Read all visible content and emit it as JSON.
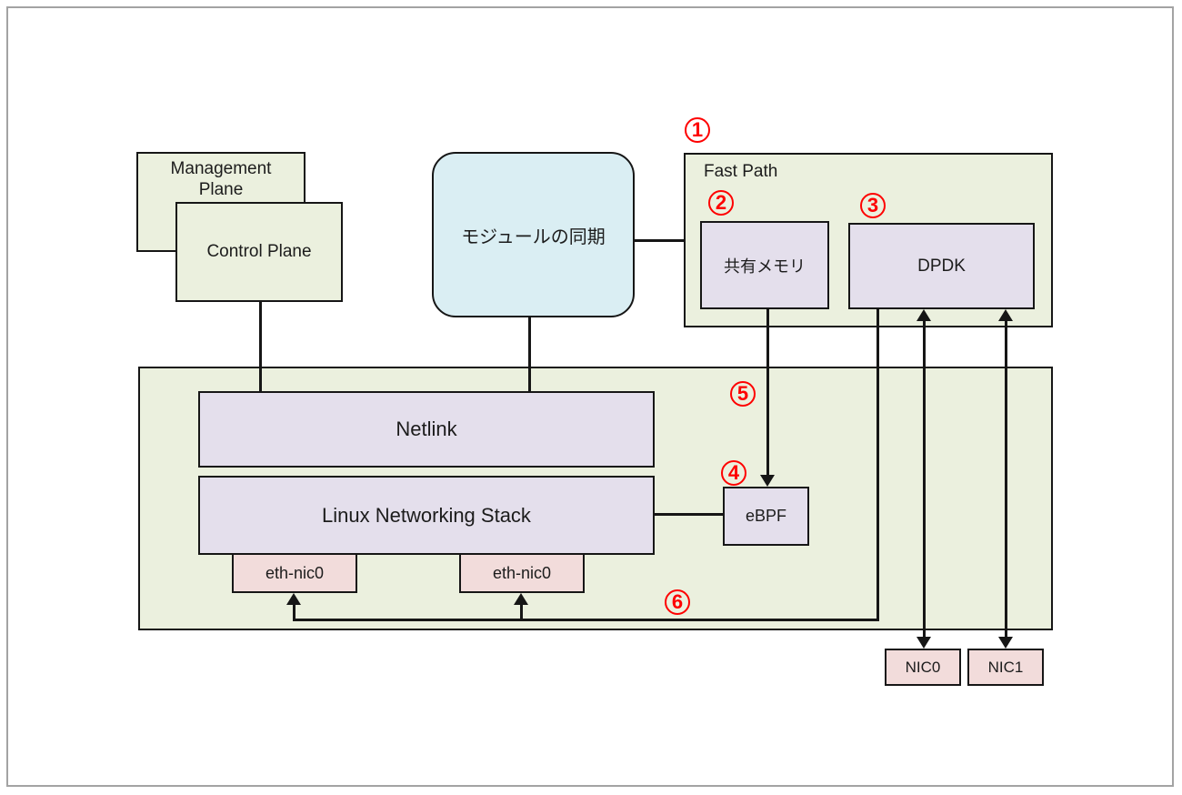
{
  "nodes": {
    "management_plane": "Management Plane",
    "control_plane": "Control Plane",
    "module_sync": "モジュールの同期",
    "fast_path": "Fast Path",
    "shared_memory": "共有メモリ",
    "dpdk": "DPDK",
    "netlink": "Netlink",
    "linux_stack": "Linux Networking Stack",
    "eth_nic0_left": "eth-nic0",
    "eth_nic0_right": "eth-nic0",
    "ebpf": "eBPF",
    "nic0": "NIC0",
    "nic1": "NIC1"
  },
  "annotations": {
    "n1": "1",
    "n2": "2",
    "n3": "3",
    "n4": "4",
    "n5": "5",
    "n6": "6"
  },
  "colors": {
    "container_green": "#ebf0de",
    "box_lavender": "#e4dfec",
    "box_blue": "#daeef3",
    "box_pink": "#f2dcdb",
    "annotation_red": "#fe0000",
    "line_black": "#161616",
    "outer_border_gray": "#a3a3a3"
  }
}
